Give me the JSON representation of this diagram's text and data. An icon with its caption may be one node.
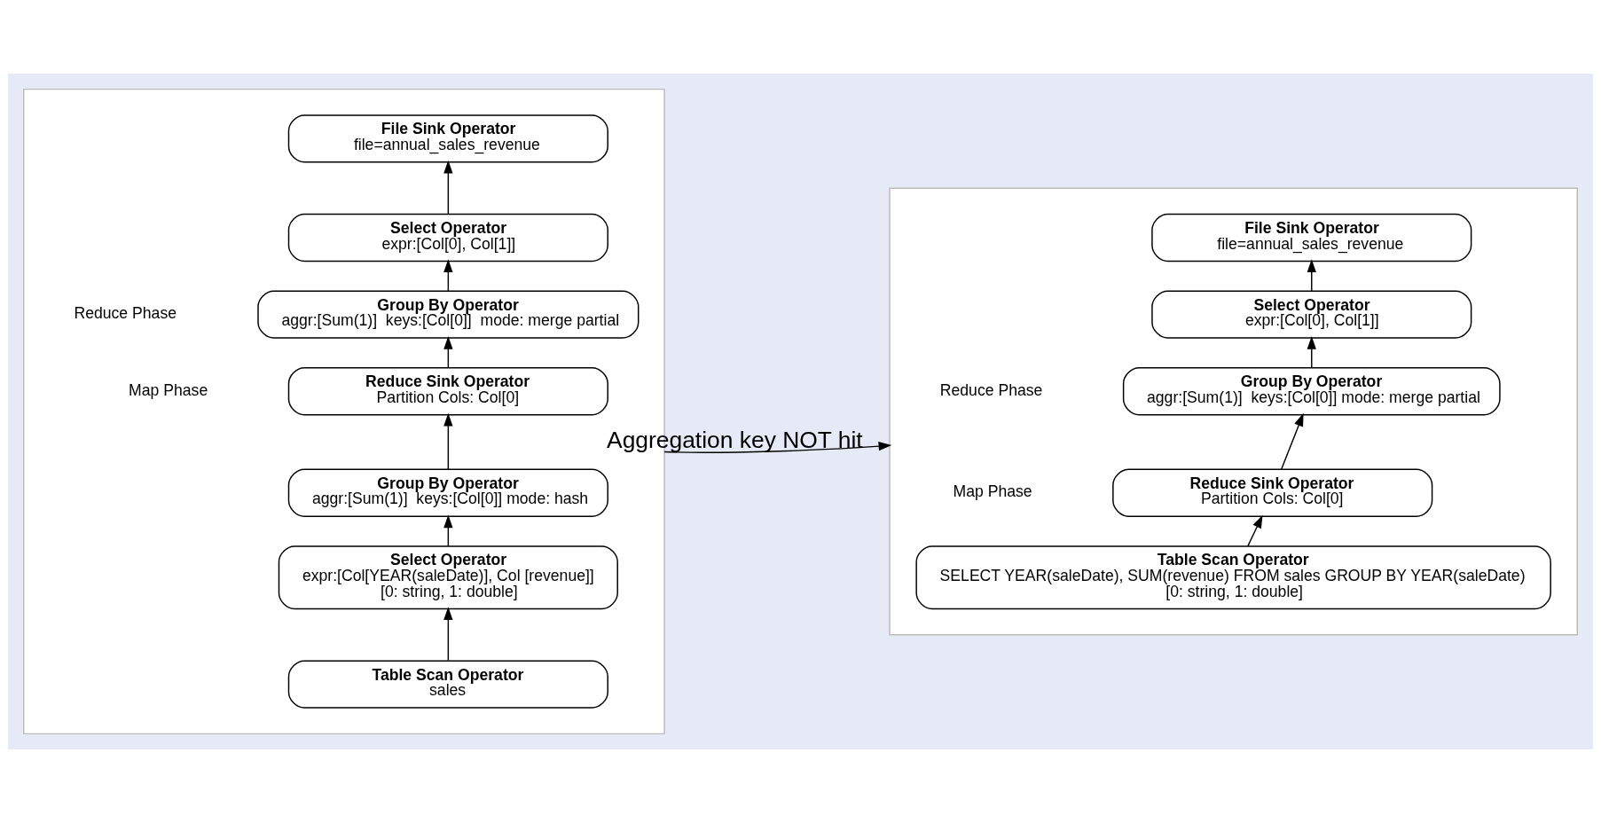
{
  "diagram": {
    "nodes": [
      {
        "text": [],
        "shape": "box"
      },
      {
        "text": [
          "File Sink Operator",
          "file=annual_sales_revenue"
        ],
        "in": 0
      },
      {
        "text": [
          "Select Operator",
          "expr:[Col[0], Col[1]]"
        ],
        "in": 0
      },
      {
        "text": [
          "Group By Operator",
          "aggr:[Sum(1)]  keys:[Col[0]]  mode: merge partial"
        ],
        "in": 0
      },
      {
        "text": [
          "Reduce Sink Operator",
          "Partition Cols: Col[0]"
        ],
        "in": 0
      },
      {
        "text": [
          "Group By Operator",
          "aggr:[Sum(1)]  keys:[Col[0]] mode: hash"
        ],
        "in": 0
      },
      {
        "text": [
          "Select Operator",
          "expr:[Col[YEAR(saleDate)], Col [revenue]]",
          "[0: string, 1: double]"
        ],
        "in": 0
      },
      {
        "text": [
          "Table Scan Operator",
          "sales"
        ],
        "in": 0
      },
      {
        "text": [],
        "shape": "box"
      },
      {
        "text": [
          "File Sink Operator",
          "file=annual_sales_revenue"
        ],
        "in": 8
      },
      {
        "text": [
          "Select Operator",
          "expr:[Col[0], Col[1]]"
        ],
        "in": 8
      },
      {
        "text": [
          "Group By Operator",
          "aggr:[Sum(1)]  keys:[Col[0]] mode: merge partial"
        ],
        "in": 8
      },
      {
        "text": [
          "Reduce Sink Operator",
          "Partition Cols: Col[0]"
        ],
        "in": 8
      },
      {
        "text": [
          "Table Scan Operator",
          "SELECT YEAR(saleDate), SUM(revenue) FROM sales GROUP BY YEAR(saleDate)",
          "[0: string, 1: double]"
        ],
        "in": 8
      }
    ],
    "edges": [
      {
        "from": 7,
        "to": 6,
        "arrow": "to"
      },
      {
        "from": 6,
        "to": 5,
        "arrow": "to"
      },
      {
        "from": 5,
        "to": 4,
        "arrow": "to"
      },
      {
        "from": 4,
        "to": 3,
        "arrow": "to"
      },
      {
        "from": 3,
        "to": 2,
        "arrow": "to"
      },
      {
        "from": 2,
        "to": 1,
        "arrow": "to"
      },
      {
        "from": 0,
        "to": 8,
        "arrow": "to",
        "label": "Aggregation key NOT hit"
      },
      {
        "from": 13,
        "to": 12,
        "arrow": "to"
      },
      {
        "from": 12,
        "to": 11,
        "arrow": "to"
      },
      {
        "from": 11,
        "to": 10,
        "arrow": "to"
      },
      {
        "from": 10,
        "to": 9,
        "arrow": "to"
      }
    ],
    "labels": [
      "Reduce Phase",
      "Map Phase",
      "Reduce Phase",
      "Map Phase"
    ]
  }
}
